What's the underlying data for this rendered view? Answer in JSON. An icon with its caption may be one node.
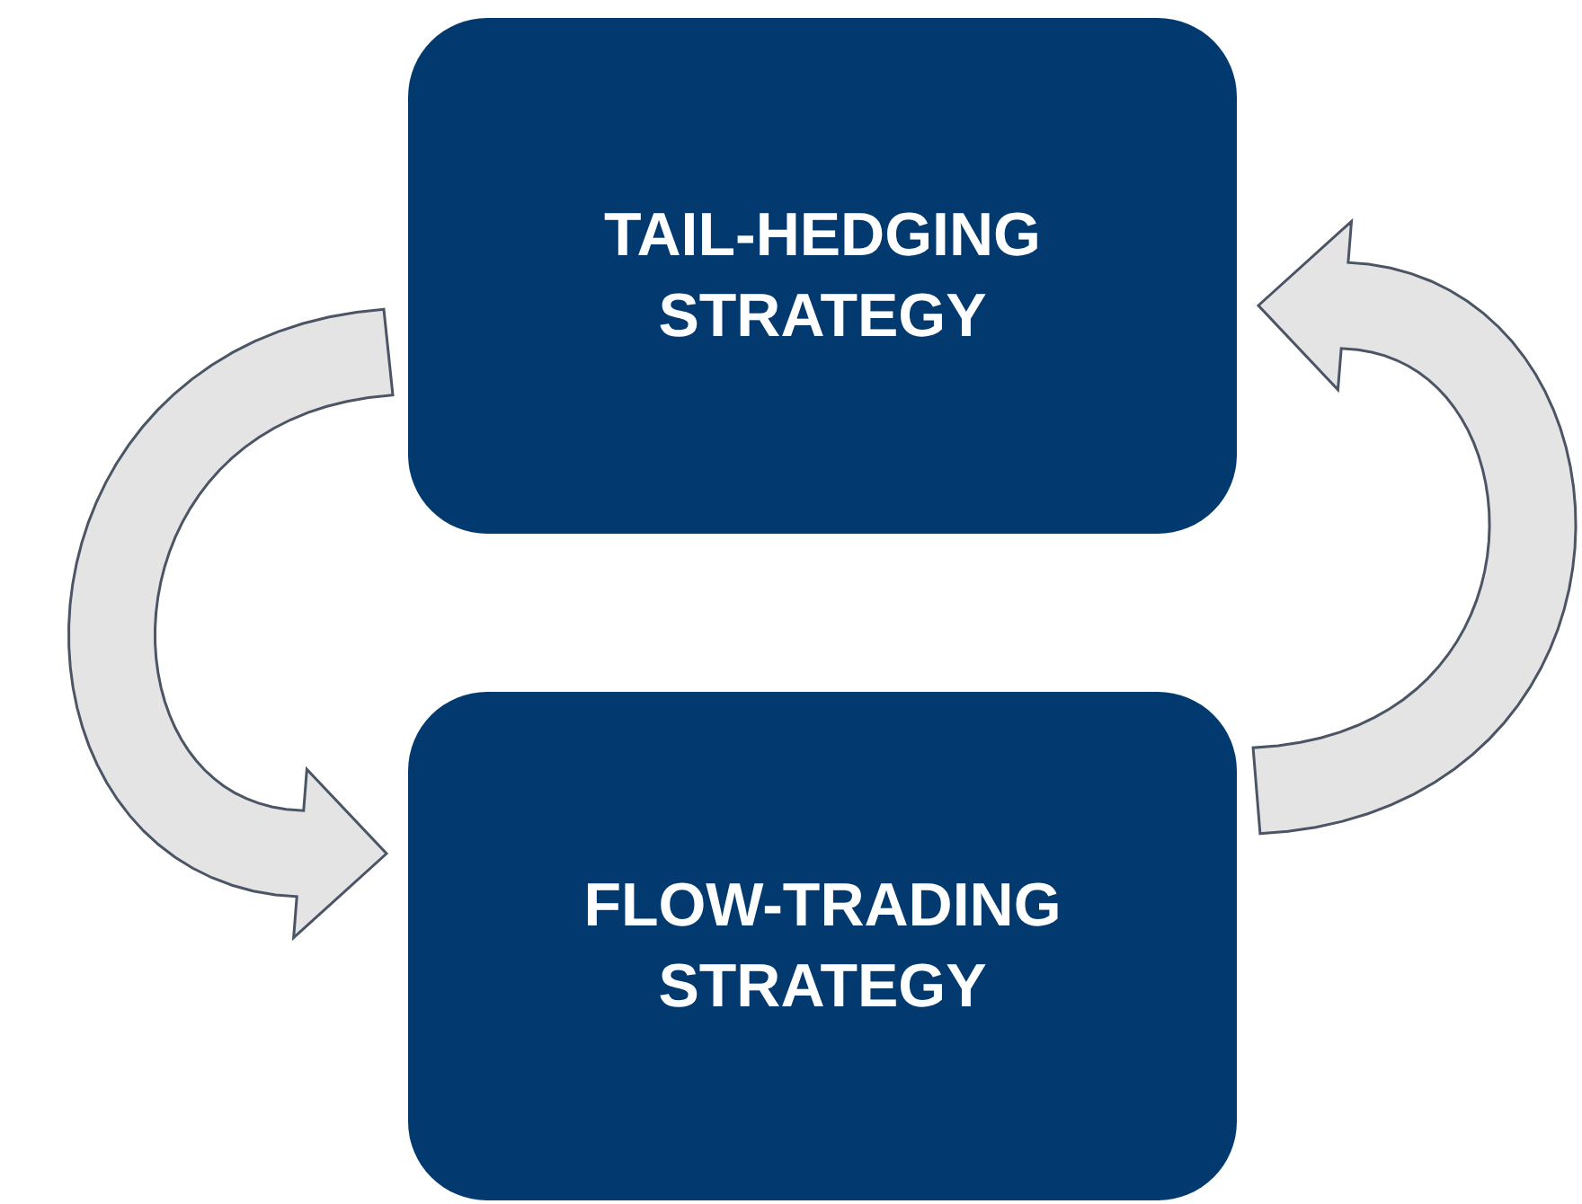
{
  "diagram": {
    "nodes": [
      {
        "text": [
          "TAIL-HEDGING STRATEGY"
        ]
      },
      {
        "text": [
          "FLOW-TRADING STRATEGY"
        ]
      }
    ],
    "edges": [
      {
        "from": 0,
        "to": 1,
        "arrow": "to"
      },
      {
        "from": 1,
        "to": 0,
        "arrow": "to"
      }
    ]
  }
}
